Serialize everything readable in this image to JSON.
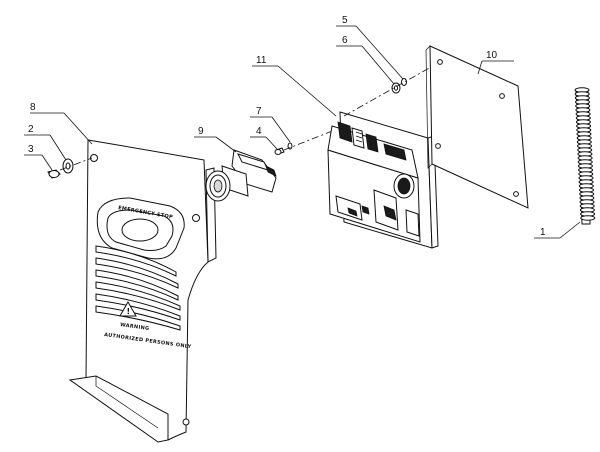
{
  "callouts": {
    "c1": "1",
    "c2": "2",
    "c3": "3",
    "c4": "4",
    "c5": "5",
    "c6": "6",
    "c7": "7",
    "c8": "8",
    "c9": "9",
    "c10": "10",
    "c11": "11"
  },
  "cover_labels": {
    "emergency_stop": "EMERGENCY STOP",
    "warning": "WARNING",
    "authorized_line1": "AUTHORIZED PERSONS ONLY"
  }
}
